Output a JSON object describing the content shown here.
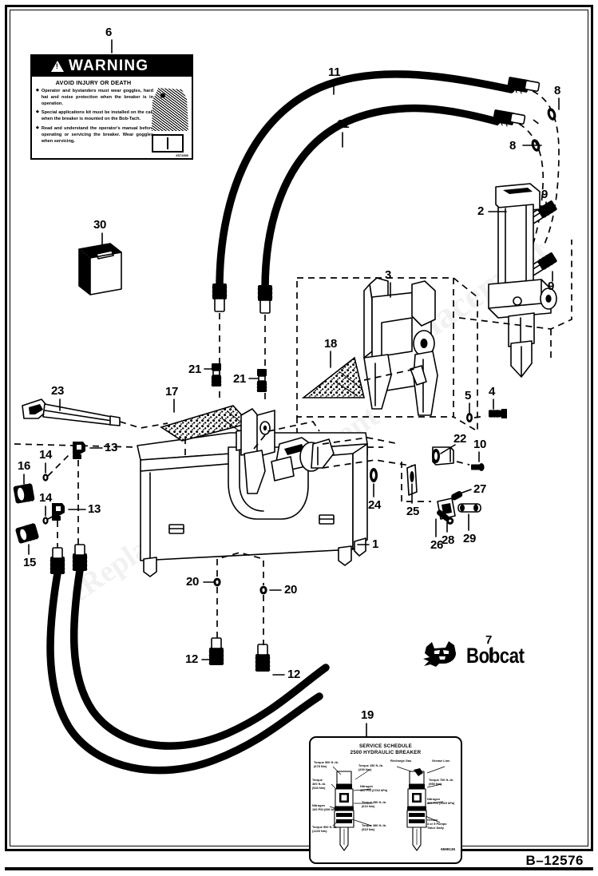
{
  "sheet": {
    "code": "B–12576",
    "brand": "Bobcat",
    "watermark": "eReplacement"
  },
  "callouts": [
    {
      "id": "6",
      "label": "6"
    },
    {
      "id": "11a",
      "label": "11"
    },
    {
      "id": "11b",
      "label": "11"
    },
    {
      "id": "8a",
      "label": "8"
    },
    {
      "id": "8b",
      "label": "8"
    },
    {
      "id": "9a",
      "label": "9"
    },
    {
      "id": "9b",
      "label": "9"
    },
    {
      "id": "2",
      "label": "2"
    },
    {
      "id": "30",
      "label": "30"
    },
    {
      "id": "3",
      "label": "3"
    },
    {
      "id": "18",
      "label": "18"
    },
    {
      "id": "5",
      "label": "5"
    },
    {
      "id": "4",
      "label": "4"
    },
    {
      "id": "23",
      "label": "23"
    },
    {
      "id": "17",
      "label": "17"
    },
    {
      "id": "21a",
      "label": "21"
    },
    {
      "id": "21b",
      "label": "21"
    },
    {
      "id": "22",
      "label": "22"
    },
    {
      "id": "10",
      "label": "10"
    },
    {
      "id": "16",
      "label": "16"
    },
    {
      "id": "14a",
      "label": "14"
    },
    {
      "id": "14b",
      "label": "14"
    },
    {
      "id": "13a",
      "label": "13"
    },
    {
      "id": "13b",
      "label": "13"
    },
    {
      "id": "15",
      "label": "15"
    },
    {
      "id": "24",
      "label": "24"
    },
    {
      "id": "25",
      "label": "25"
    },
    {
      "id": "27",
      "label": "27"
    },
    {
      "id": "26",
      "label": "26"
    },
    {
      "id": "28",
      "label": "28"
    },
    {
      "id": "29",
      "label": "29"
    },
    {
      "id": "1",
      "label": "1"
    },
    {
      "id": "20a",
      "label": "20"
    },
    {
      "id": "20b",
      "label": "20"
    },
    {
      "id": "12a",
      "label": "12"
    },
    {
      "id": "12b",
      "label": "12"
    },
    {
      "id": "7",
      "label": "7"
    },
    {
      "id": "19",
      "label": "19"
    }
  ],
  "warning_decal": {
    "header": "WARNING",
    "subhead": "AVOID INJURY OR DEATH",
    "bullets": [
      "Operator and bystanders must wear goggles, hard hat and noise protection when the breaker is in operation.",
      "Special applications kit must be installed on the cab when the breaker is mounted on the Bob-Tach.",
      "Read and understand the operator's manual before operating or servicing the breaker. Wear goggles when servicing."
    ],
    "code": "6572896"
  },
  "service_decal": {
    "title_line1": "SERVICE SCHEDULE",
    "title_line2": "2500 HYDRAULIC BREAKER",
    "code": "6599136",
    "labels": [
      "Torque 500 ft.-lb.\n(678 Nm)",
      "Torque\n400 ft.-lb.\n(543 Nm)",
      "Torque 150 ft.-lb.\n(200 Nm)",
      "Recharge Gas",
      "Grease Line",
      "Nitrogen\n400 PSI (2760 kPa)",
      "Torque 700 ft.-lb.\n(950 Nm)",
      "Torque 450 ft.-lb.\n(610 Nm)",
      "Nitrogen\n300 PSI (2060 kPa)",
      "Nitrogen\n100 PSI (690 kPa)",
      "Torque 380 ft.-lb.\n(515 Nm)",
      "Grease\n4 or 5 Pumps\nTwice Daily",
      "Torque 900 ft.-lb.\n(1220 Nm)",
      "Torque 500 ft.-lb.\n(678 Nm)"
    ]
  }
}
